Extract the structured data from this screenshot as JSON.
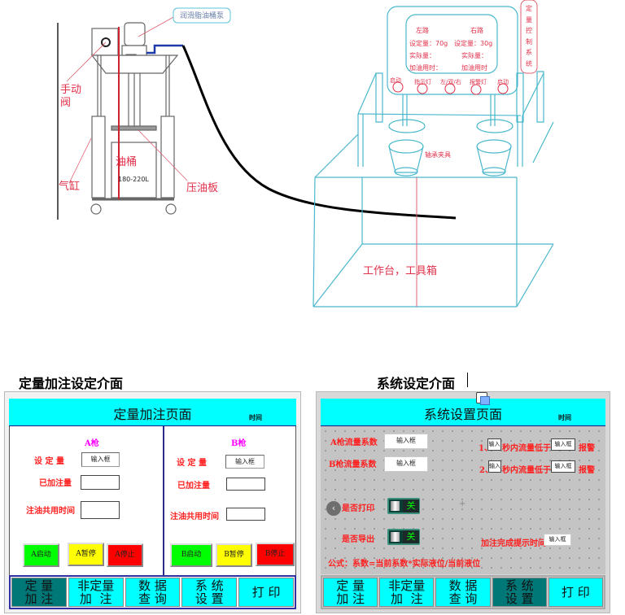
{
  "sketch": {
    "pump_label": "润滑脂油桶泵",
    "manual_valve_label": [
      "手动",
      "阀"
    ],
    "cylinder_label": "气缸",
    "barrel_label": "油桶",
    "barrel_capacity": "180-220L",
    "press_plate_label": "压油板",
    "workbench_label": "工作台，工具箱",
    "fixture_label": "轴承夹具",
    "control_system_label": [
      "定",
      "量",
      "控",
      "制",
      "系",
      "统"
    ],
    "display": {
      "left_title": "左路",
      "right_title": "右路",
      "left_set": "设定量：70g",
      "right_set": "设定量：30g",
      "left_actual": "实际量：",
      "right_actual": "实际量：",
      "left_time": "加油用时：",
      "right_time": "加油用时"
    },
    "panel_buttons": [
      "启动",
      "指示灯",
      "左/双/右",
      "报警灯",
      "启动"
    ]
  },
  "left_section": {
    "caption": "定量加注设定介面",
    "header_title": "定量加注页面",
    "header_time": "时间",
    "gun_a": {
      "title": "A枪",
      "set_label": "设 定 量",
      "set_value": "输入框",
      "added_label": "已加注量",
      "added_value": "",
      "time_label": "注油共用时间",
      "time_value": "",
      "start": "A启动",
      "pause": "A暂停",
      "stop": "A停止"
    },
    "gun_b": {
      "title": "B枪",
      "set_label": "设 定 量",
      "set_value": "输入框",
      "added_label": "已加注量",
      "added_value": "",
      "time_label": "注油共用时间",
      "time_value": "",
      "start": "B启动",
      "pause": "B暂停",
      "stop": "B停止"
    },
    "nav": [
      "定 量\n加 注",
      "非定量\n加  注",
      "数 据\n查 询",
      "系 统\n设 置",
      "打 印"
    ],
    "active_nav": 0
  },
  "right_section": {
    "caption": "系统设定介面",
    "header_title": "系统设置页面",
    "header_time": "时间",
    "a_flow_label": "A枪流量系数",
    "a_flow_value": "输入框",
    "b_flow_label": "B枪流量系数",
    "b_flow_value": "输入框",
    "alarm1_prefix": "1、",
    "alarm1_seconds": "输入框",
    "alarm1_mid": "秒内流量低于",
    "alarm1_value": "输入框",
    "alarm1_suffix": "报警",
    "alarm2_prefix": "2、",
    "alarm2_seconds": "输入框",
    "alarm2_mid": "秒内流量低于",
    "alarm2_value": "输入框",
    "alarm2_suffix": "报警",
    "print_label": "是否打印",
    "print_state": "关",
    "export_label": "是否导出",
    "export_state": "关",
    "done_label": "加注完成提示时间",
    "done_value": "输入框",
    "formula": "公式：系数=当前系数*实际液位/当前液位",
    "back_icon": "‹",
    "nav": [
      "定 量\n加 注",
      "非定量\n加  注",
      "数 据\n查 询",
      "系 统\n设 置",
      "打 印"
    ],
    "active_nav": 3
  }
}
